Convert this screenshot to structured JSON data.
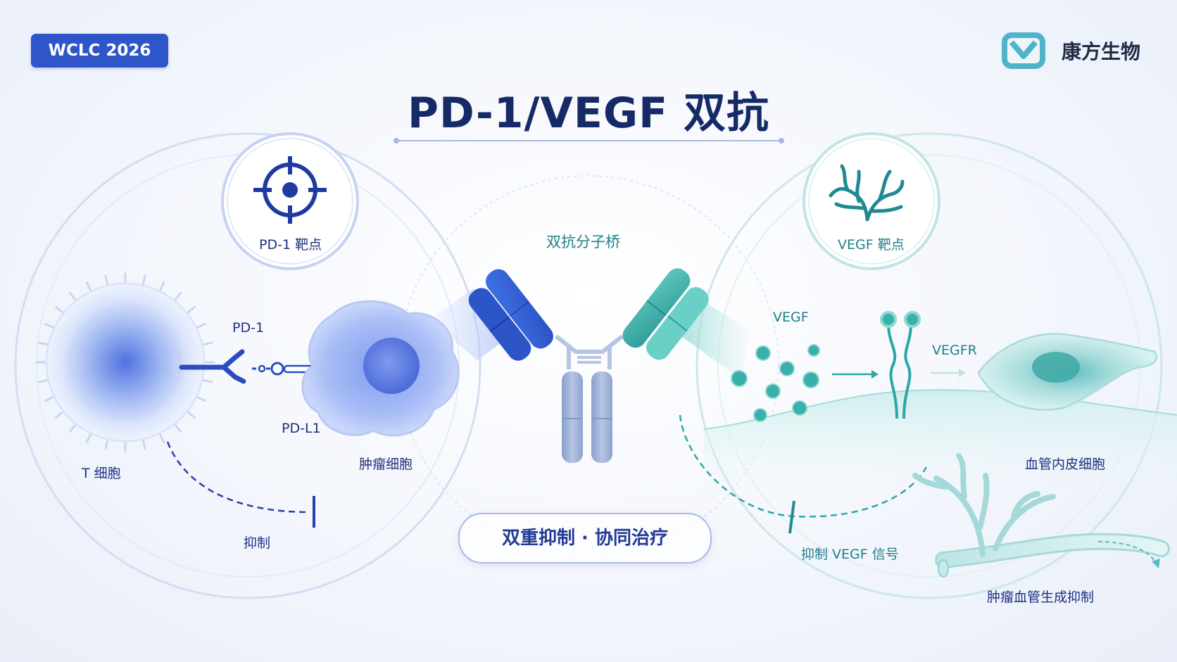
{
  "badge": "WCLC 2026",
  "brand": "康方生物",
  "title": "PD-1/VEGF 双抗",
  "left_target": "PD-1 靶点",
  "right_target": "VEGF 靶点",
  "bridge": "双抗分子桥",
  "pd1": "PD-1",
  "pdl1": "PD-L1",
  "t_cell": "T 细胞",
  "tumor_cell": "肿瘤细胞",
  "inhibit": "抑制",
  "pill": "双重抑制 · 协同治疗",
  "vegf": "VEGF",
  "vegfr": "VEGFR",
  "endothelial": "血管内皮细胞",
  "inhibit_vegf": "抑制 VEGF 信号",
  "angiogenesis": "肿瘤血管生成抑制",
  "colors": {
    "blue": "#2f56c9",
    "navy": "#152a66",
    "teal": "#2aa7a7"
  },
  "icons": [
    "target-icon",
    "blood-vessel-icon",
    "brand-logo-icon"
  ]
}
